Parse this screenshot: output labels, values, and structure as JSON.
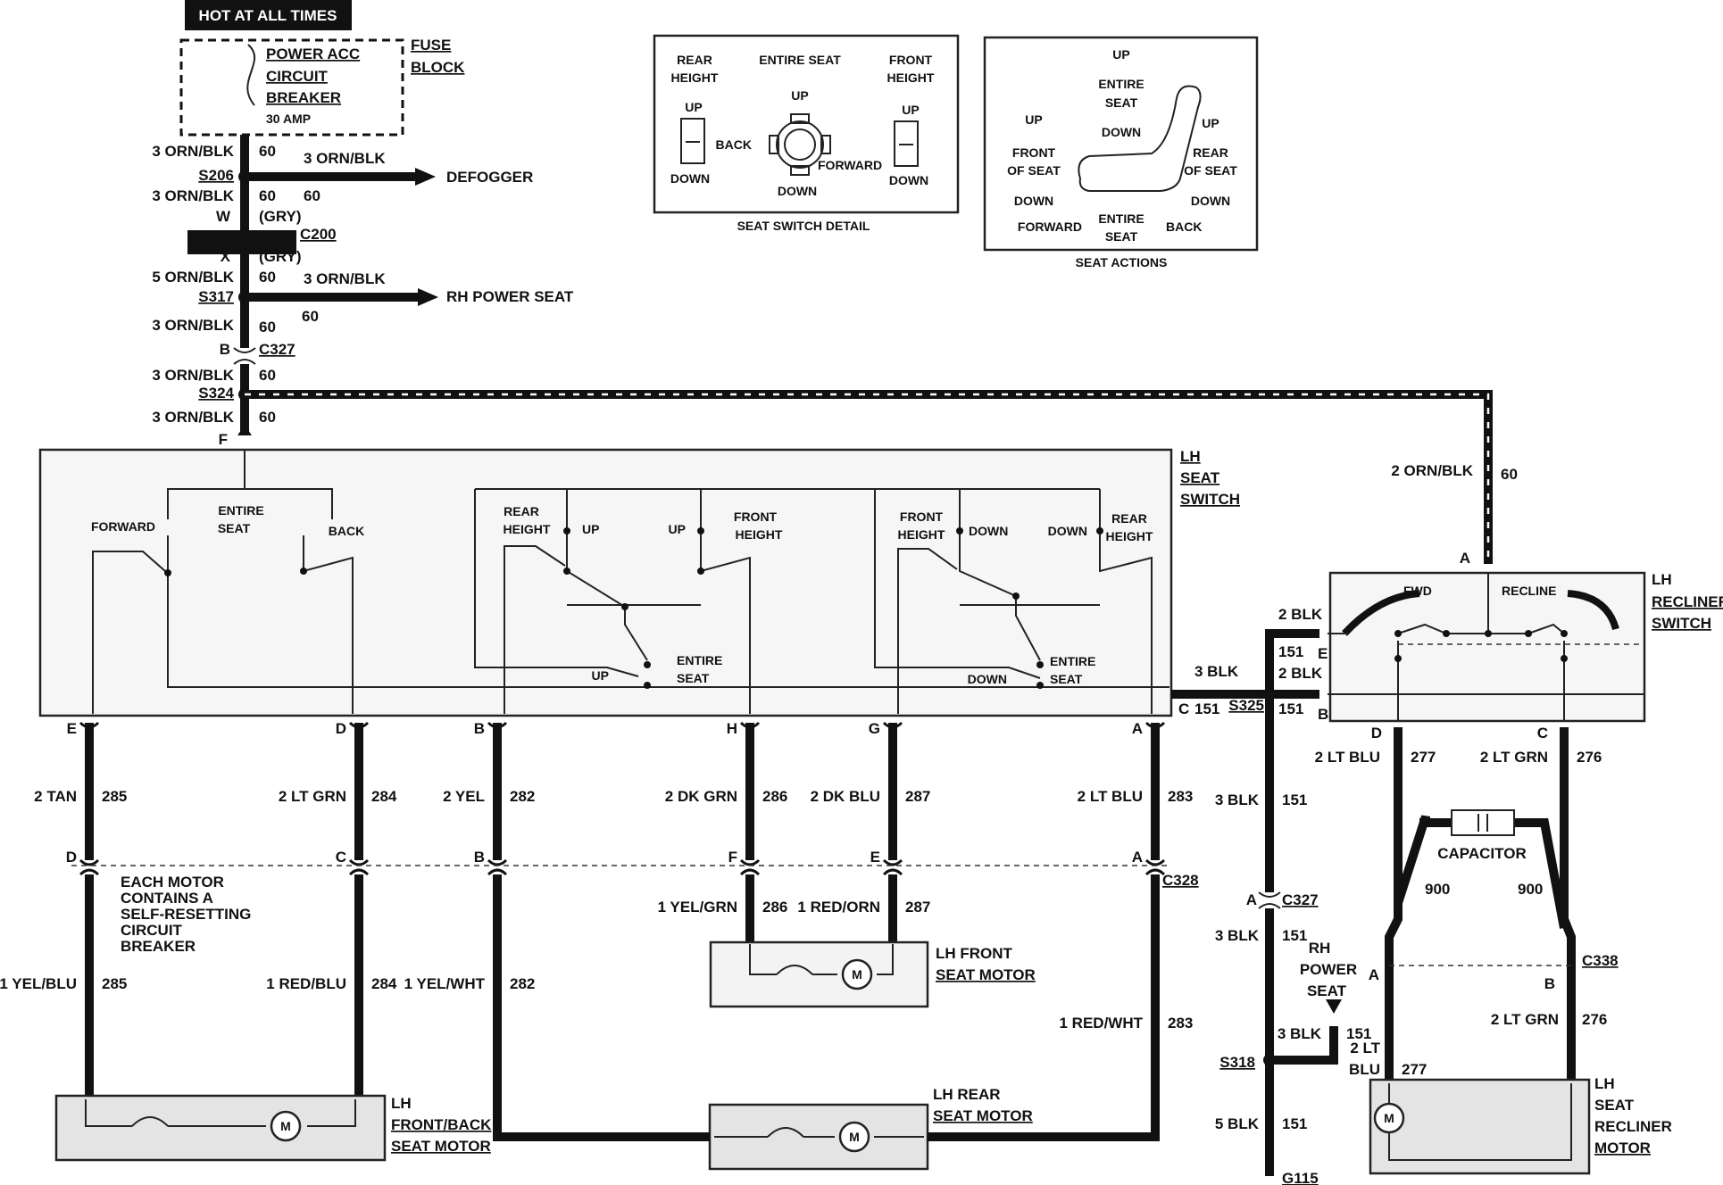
{
  "hot_at_all_times": "HOT AT ALL TIMES",
  "fuse": {
    "name_lines": [
      "POWER ACC",
      "CIRCUIT",
      "BREAKER"
    ],
    "rating": "30 AMP",
    "block_lines": [
      "FUSE",
      "BLOCK"
    ]
  },
  "feed": {
    "w1": "3 ORN/BLK",
    "c1": "60",
    "s206": "S206",
    "to_defogger_wire": "3 ORN/BLK",
    "defogger": "DEFOGGER",
    "w2": "3 ORN/BLK",
    "c2a": "60",
    "c2b": "60",
    "pin_w": "W",
    "gry1": "(GRY)",
    "c200": "C200",
    "pin_x": "X",
    "gry2": "(GRY)",
    "w3": "5 ORN/BLK",
    "c3": "60",
    "s317": "S317",
    "to_rh_wire": "3 ORN/BLK",
    "rh_power_seat": "RH POWER SEAT",
    "w4": "3 ORN/BLK",
    "c4a": "60",
    "c4b": "60",
    "pin_b": "B",
    "c327": "C327",
    "w5": "3 ORN/BLK",
    "c5": "60",
    "s324": "S324",
    "w6": "3 ORN/BLK",
    "c6": "60",
    "pin_f": "F"
  },
  "switch_detail": {
    "rear_height": [
      "REAR",
      "HEIGHT"
    ],
    "entire_seat": "ENTIRE SEAT",
    "front_height": [
      "FRONT",
      "HEIGHT"
    ],
    "up": "UP",
    "down": "DOWN",
    "back": "BACK",
    "forward": "FORWARD",
    "caption": "SEAT SWITCH DETAIL"
  },
  "seat_actions": {
    "up": "UP",
    "entire": "ENTIRE",
    "seat": "SEAT",
    "down": "DOWN",
    "front": "FRONT",
    "rear": "REAR",
    "of_seat": "OF SEAT",
    "forward": "FORWARD",
    "back": "BACK",
    "caption": "SEAT ACTIONS"
  },
  "lh_seat_switch": {
    "title": [
      "LH",
      "SEAT",
      "SWITCH"
    ],
    "forward": "FORWARD",
    "entire": "ENTIRE",
    "seat": "SEAT",
    "back": "BACK",
    "rear": "REAR",
    "height": "HEIGHT",
    "up": "UP",
    "front": "FRONT",
    "down": "DOWN"
  },
  "circuits": [
    {
      "pin_top": "E",
      "wire": "2 TAN",
      "num": "285",
      "pin_c328": "D",
      "wire2": "1 YEL/BLU",
      "num2": "285"
    },
    {
      "pin_top": "D",
      "wire": "2 LT GRN",
      "num": "284",
      "pin_c328": "C",
      "wire2": "1 RED/BLU",
      "num2": "284"
    },
    {
      "pin_top": "B",
      "wire": "2 YEL",
      "num": "282",
      "pin_c328": "B",
      "wire2": "1 YEL/WHT",
      "num2": "282"
    },
    {
      "pin_top": "H",
      "wire": "2 DK GRN",
      "num": "286",
      "pin_c328": "F",
      "wire2": "1 YEL/GRN",
      "num2": "286"
    },
    {
      "pin_top": "G",
      "wire": "2 DK BLU",
      "num": "287",
      "pin_c328": "E",
      "wire2": "1 RED/ORN",
      "num2": "287"
    },
    {
      "pin_top": "A",
      "wire": "2 LT BLU",
      "num": "283",
      "pin_c328": "A",
      "wire2": "1 RED/WHT",
      "num2": "283"
    }
  ],
  "c328": "C328",
  "motor_note": [
    "EACH MOTOR",
    "CONTAINS A",
    "SELF-RESETTING",
    "CIRCUIT",
    "BREAKER"
  ],
  "motors": {
    "front_back": [
      "LH",
      "FRONT/BACK",
      "SEAT MOTOR"
    ],
    "front": [
      "LH FRONT",
      "SEAT MOTOR"
    ],
    "rear": [
      "LH REAR",
      "SEAT MOTOR"
    ],
    "recliner": [
      "LH",
      "SEAT",
      "RECLINER",
      "MOTOR"
    ],
    "m": "M"
  },
  "ground": {
    "pin_c": "C",
    "c151": "151",
    "w_3blk": "3 BLK",
    "s325": "S325",
    "n151a": "151",
    "w_2blk1": "2 BLK",
    "n151b": "151",
    "pin_e": "E",
    "w_2blk2": "2 BLK",
    "pin_b": "B",
    "w_3blk2": "3 BLK",
    "n151c": "151",
    "pin_a": "A",
    "c327": "C327",
    "w_3blk3": "3 BLK",
    "n151d": "151",
    "rh_power_seat": [
      "RH",
      "POWER",
      "SEAT"
    ],
    "w_3blk4": "3 BLK",
    "n151e": "151",
    "s318": "S318",
    "w_5blk": "5 BLK",
    "n151f": "151",
    "g115": "G115"
  },
  "recliner": {
    "feed_wire": "2 ORN/BLK",
    "feed_num": "60",
    "pin_a": "A",
    "fwd": "FWD",
    "recline": "RECLINE",
    "title": [
      "LH",
      "RECLINER",
      "SWITCH"
    ],
    "pin_d": "D",
    "pin_c": "C",
    "w_blu": "2 LT BLU",
    "n277": "277",
    "w_grn": "2 LT GRN",
    "n276": "276",
    "capacitor": "CAPACITOR",
    "n900a": "900",
    "n900b": "900",
    "pin_a2": "A",
    "pin_b2": "B",
    "c338": "C338",
    "w_grn2": "2 LT GRN",
    "n276b": "276",
    "w_blu2": [
      "2 LT",
      "BLU"
    ],
    "n277b": "277"
  }
}
